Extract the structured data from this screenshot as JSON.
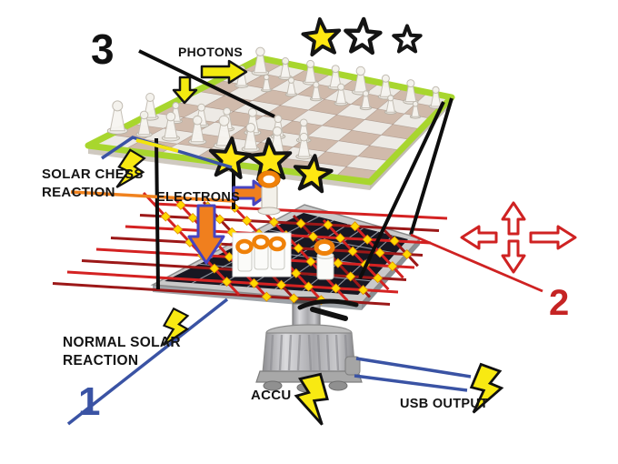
{
  "diagram": {
    "title": "solar chess concept diagram",
    "steps": {
      "one": "1",
      "two": "2",
      "three": "3"
    },
    "labels": {
      "photons": "PHOTONS",
      "solar_chess_reaction_line1": "SOLAR CHESS",
      "solar_chess_reaction_line2": "REACTION",
      "electrons": "ELECTRONS",
      "normal_solar_reaction_line1": "NORMAL SOLAR",
      "normal_solar_reaction_line2": "REACTION",
      "accu": "ACCU",
      "usb_output": "USB OUTPUT"
    }
  },
  "icons": {
    "star": "five-pointed-star",
    "lightning_bolt": "zigzag-bolt",
    "direction_cross": "four-way-outline-arrows",
    "photon_arrow": "block-arrow-yellow",
    "electron_arrow": "block-arrow-orange",
    "energy_ring": "orange-donut"
  },
  "colors": {
    "board_trim_green": "#a8d62e",
    "grid_red": "#d42222",
    "grid_red_dark": "#9c1818",
    "spark_yellow": "#ffd900",
    "star_yellow": "#ffe712",
    "arrow_orange": "#f07f1e",
    "arrow_outline_blue": "#4743c1",
    "line_blue": "#3a53a4",
    "line_orange": "#f0821e",
    "cross_red": "#cf2222",
    "number_one_blue": "#3a53a4",
    "number_two_red": "#c52424",
    "bolt_yellow": "#f8e912",
    "panel_cell_dark": "#171722"
  }
}
